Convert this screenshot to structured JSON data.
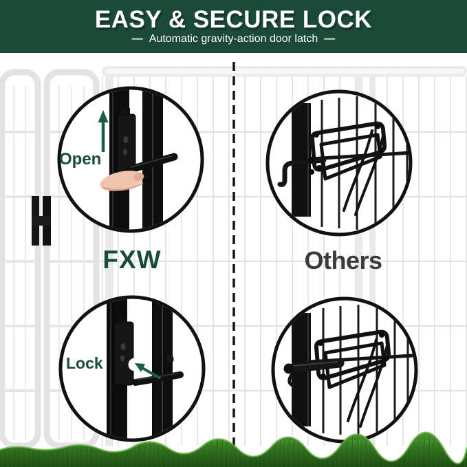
{
  "header": {
    "title": "EASY & SECURE LOCK",
    "subtitle": "Automatic gravity-action door latch",
    "subtitle_dash": "—",
    "bg_color": "#1b4a37",
    "text_color": "#ffffff"
  },
  "fxw_side": {
    "brand_label": "FXW",
    "open_label": "Open",
    "lock_label": "Lock",
    "label_color": "#174d37",
    "arrow_color": "#1b5e40",
    "open_arrow_icon": "arrow-up-icon",
    "lock_arrow_icon": "arrow-up-left-icon"
  },
  "others_side": {
    "brand_label": "Others",
    "label_color": "#3b3b3b"
  },
  "scene": {
    "divider_style": "dashed",
    "divider_color": "#141414",
    "fence_line_color": "#dedede",
    "panel_frame_color": "#e3e3e3",
    "latch_color": "#111111",
    "finger_skin_color": "#f0c3ac",
    "grass_colors": [
      "#55a33a",
      "#3a8226",
      "#1f4c12"
    ]
  }
}
